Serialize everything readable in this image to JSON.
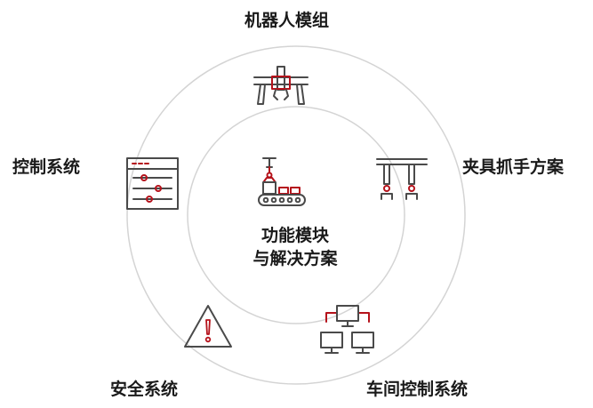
{
  "center": {
    "line1": "功能模块",
    "line2": "与解决方案",
    "icon": "conveyor-robot-arm-icon"
  },
  "modules": [
    {
      "key": "robot",
      "label": "机器人模组",
      "icon": "gantry-robot-icon"
    },
    {
      "key": "fixture",
      "label": "夹具抓手方案",
      "icon": "gripper-icon"
    },
    {
      "key": "workshop",
      "label": "车间控制系统",
      "icon": "network-computers-icon"
    },
    {
      "key": "safety",
      "label": "安全系统",
      "icon": "warning-triangle-icon"
    },
    {
      "key": "control",
      "label": "控制系统",
      "icon": "control-panel-icon"
    }
  ],
  "colors": {
    "ring": "#d4d4d4",
    "icon_dark": "#4a4a4a",
    "icon_accent": "#b5121b",
    "text": "#1a1a1a"
  }
}
